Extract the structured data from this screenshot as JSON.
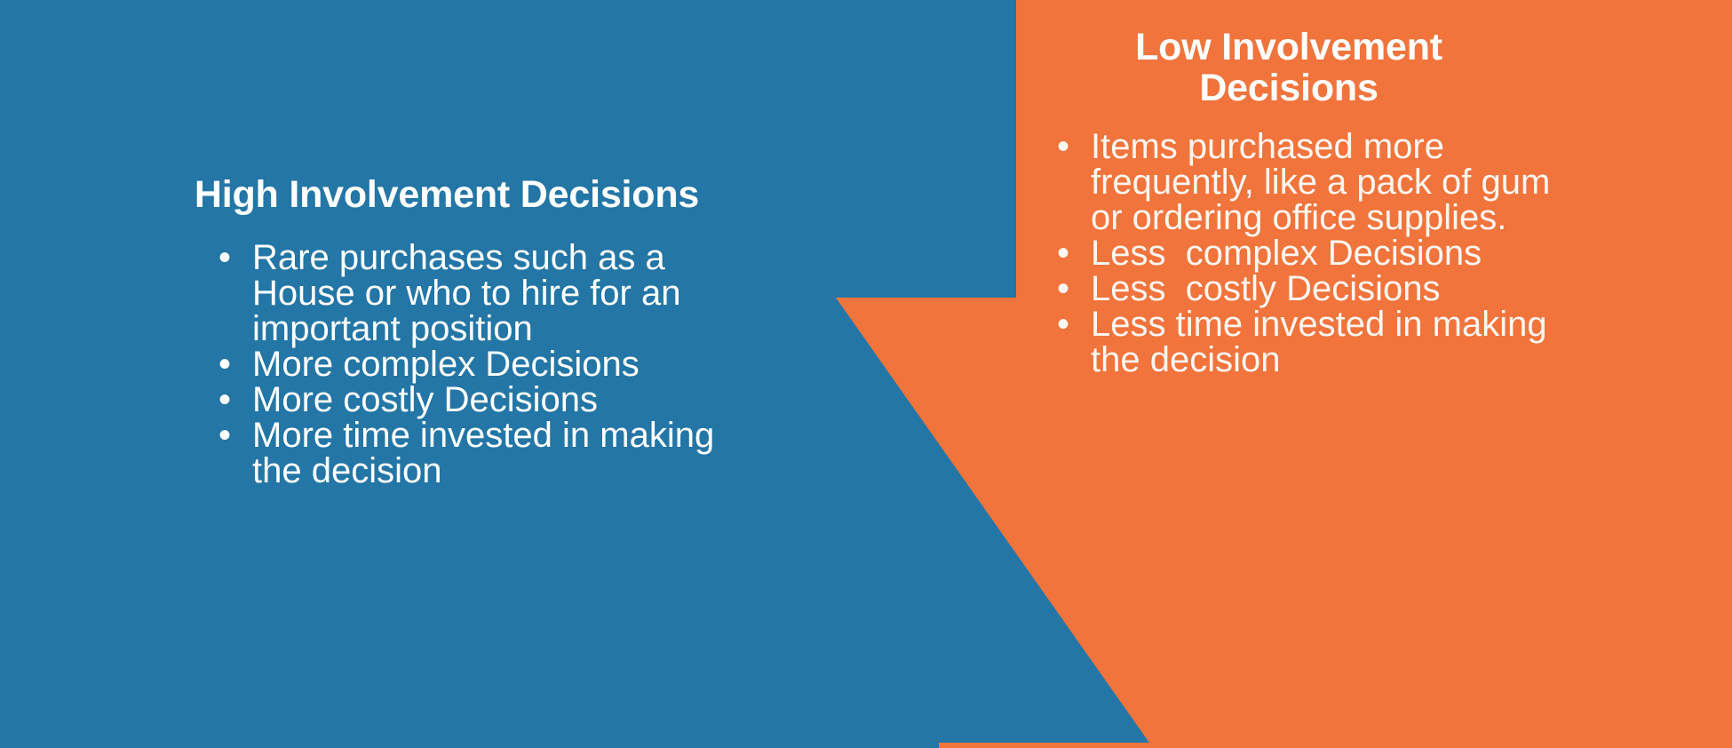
{
  "slide": {
    "colors": {
      "blue": "#2376A5",
      "orange": "#F0743C",
      "text_white": "#FFFFFF",
      "text_offwhite": "#FDF6F1"
    }
  },
  "left_panel": {
    "title": "High Involvement Decisions",
    "bullets": [
      "Rare purchases such as a House or who to hire for an important position",
      "More complex Decisions",
      "More costly Decisions",
      "More time invested in making the decision"
    ]
  },
  "right_panel": {
    "title": "Low Involvement Decisions",
    "bullets": [
      "Items purchased more frequently, like a pack of gum or ordering office supplies.",
      "Less  complex Decisions",
      "Less  costly Decisions",
      "Less time invested in making the decision"
    ]
  }
}
